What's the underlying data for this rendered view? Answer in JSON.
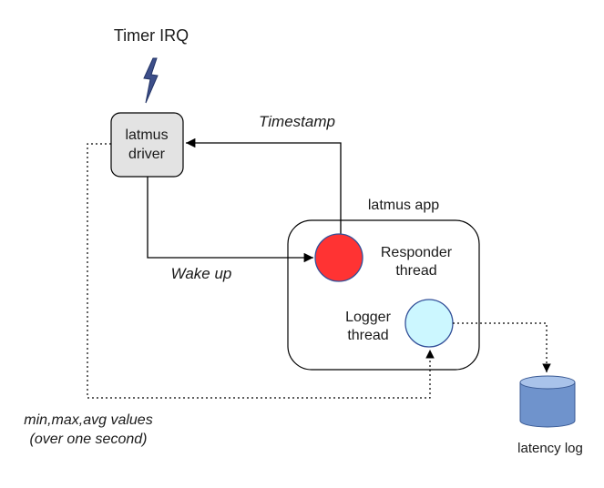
{
  "labels": {
    "timer_irq": "Timer IRQ",
    "driver_line1": "latmus",
    "driver_line2": "driver",
    "timestamp": "Timestamp",
    "app": "latmus app",
    "responder_line1": "Responder",
    "responder_line2": "thread",
    "logger_line1": "Logger",
    "logger_line2": "thread",
    "wake_up": "Wake up",
    "stats_line1": "min,max,avg values",
    "stats_line2": "(over one second)",
    "latency_log": "latency log"
  },
  "colors": {
    "driver_fill": "#e3e3e3",
    "responder_fill": "#ff3333",
    "logger_fill": "#ccf7ff",
    "lightning": "#3d4f8a",
    "database_fill": "#6f93cc",
    "database_top": "#a9c3ea"
  }
}
